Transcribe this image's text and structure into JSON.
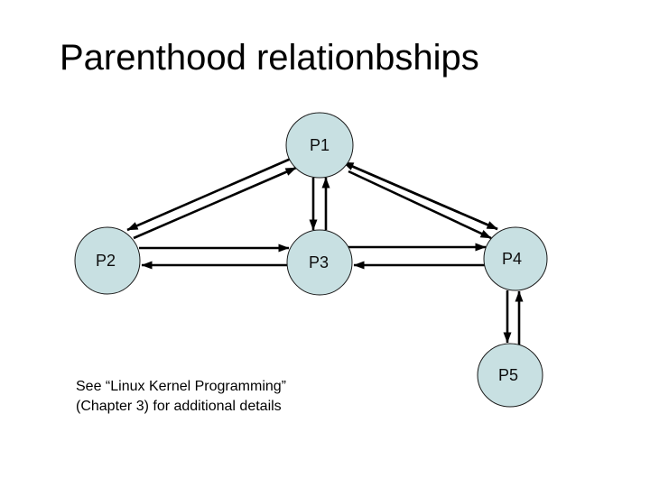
{
  "slide": {
    "title": "Parenthood relationbships",
    "caption": {
      "line1": "See “Linux Kernel Programming”",
      "line2": "(Chapter 3) for additional details"
    },
    "background_color": "#ffffff"
  },
  "diagram": {
    "node_fill": "#c8e0e2",
    "node_stroke": "#1a1a1a",
    "arrow_color": "#000000",
    "nodes": [
      {
        "id": "P1",
        "label": "P1"
      },
      {
        "id": "P2",
        "label": "P2"
      },
      {
        "id": "P3",
        "label": "P3"
      },
      {
        "id": "P4",
        "label": "P4"
      },
      {
        "id": "P5",
        "label": "P5"
      }
    ],
    "edges": [
      {
        "from": "P1",
        "to": "P2",
        "type": "arrow"
      },
      {
        "from": "P2",
        "to": "P1",
        "type": "arrow"
      },
      {
        "from": "P1",
        "to": "P3",
        "type": "arrow"
      },
      {
        "from": "P3",
        "to": "P1",
        "type": "arrow"
      },
      {
        "from": "P1",
        "to": "P4",
        "type": "double-headed-arrow"
      },
      {
        "from": "P1",
        "to": "P4",
        "type": "arrow"
      },
      {
        "from": "P2",
        "to": "P3",
        "type": "arrow"
      },
      {
        "from": "P3",
        "to": "P2",
        "type": "arrow"
      },
      {
        "from": "P3",
        "to": "P4",
        "type": "arrow"
      },
      {
        "from": "P4",
        "to": "P3",
        "type": "arrow"
      },
      {
        "from": "P4",
        "to": "P5",
        "type": "arrow"
      },
      {
        "from": "P5",
        "to": "P4",
        "type": "arrow"
      }
    ]
  }
}
